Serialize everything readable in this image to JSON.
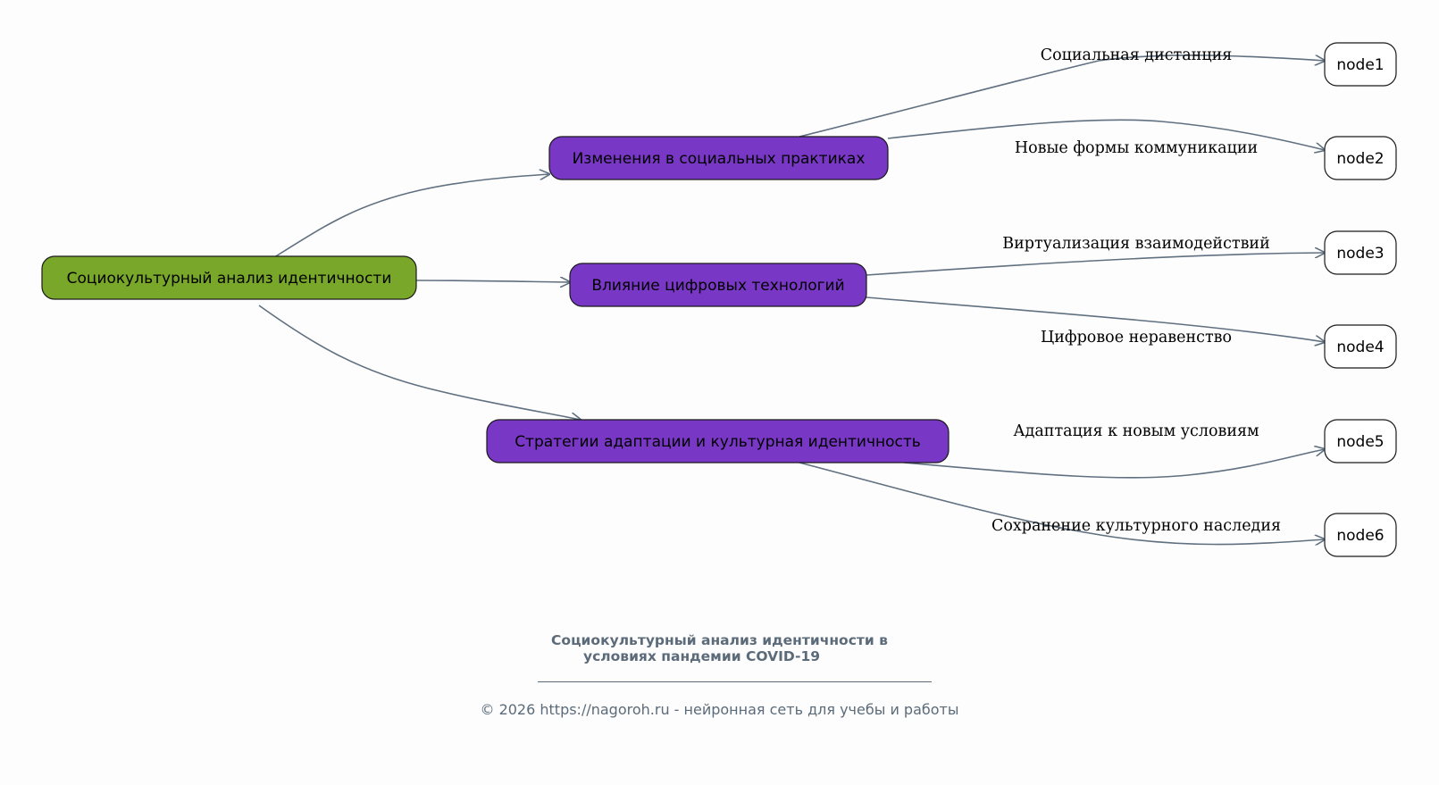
{
  "diagram": {
    "colors": {
      "root_fill": "#78a72a",
      "branch_fill": "#7837c4",
      "leaf_fill": "#ffffff",
      "edge": "#607080",
      "caption": "#5c6b7a",
      "background": "#fdfdfd"
    },
    "nodes": [
      {
        "id": "root",
        "label": "Социокультурный анализ идентичности",
        "kind": "root"
      },
      {
        "id": "b1",
        "label": "Изменения в социальных практиках",
        "kind": "branch"
      },
      {
        "id": "b2",
        "label": "Влияние цифровых технологий",
        "kind": "branch"
      },
      {
        "id": "b3",
        "label": "Стратегии адаптации и культурная идентичность",
        "kind": "branch"
      },
      {
        "id": "node1",
        "label": "node1",
        "kind": "leaf"
      },
      {
        "id": "node2",
        "label": "node2",
        "kind": "leaf"
      },
      {
        "id": "node3",
        "label": "node3",
        "kind": "leaf"
      },
      {
        "id": "node4",
        "label": "node4",
        "kind": "leaf"
      },
      {
        "id": "node5",
        "label": "node5",
        "kind": "leaf"
      },
      {
        "id": "node6",
        "label": "node6",
        "kind": "leaf"
      }
    ],
    "edges": [
      {
        "from": "root",
        "to": "b1",
        "label": ""
      },
      {
        "from": "root",
        "to": "b2",
        "label": ""
      },
      {
        "from": "root",
        "to": "b3",
        "label": ""
      },
      {
        "from": "b1",
        "to": "node1",
        "label": "Социальная дистанция"
      },
      {
        "from": "b1",
        "to": "node2",
        "label": "Новые формы коммуникации"
      },
      {
        "from": "b2",
        "to": "node3",
        "label": "Виртуализация взаимодействий"
      },
      {
        "from": "b2",
        "to": "node4",
        "label": "Цифровое неравенство"
      },
      {
        "from": "b3",
        "to": "node5",
        "label": "Адаптация к новым условиям"
      },
      {
        "from": "b3",
        "to": "node6",
        "label": "Сохранение культурного наследия"
      }
    ]
  },
  "caption": {
    "title_line1": "Социокультурный анализ идентичности в",
    "title_line2": "условиях пандемии COVID-19",
    "footer": "© 2026 https://nagoroh.ru - нейронная сеть для учебы и работы"
  }
}
